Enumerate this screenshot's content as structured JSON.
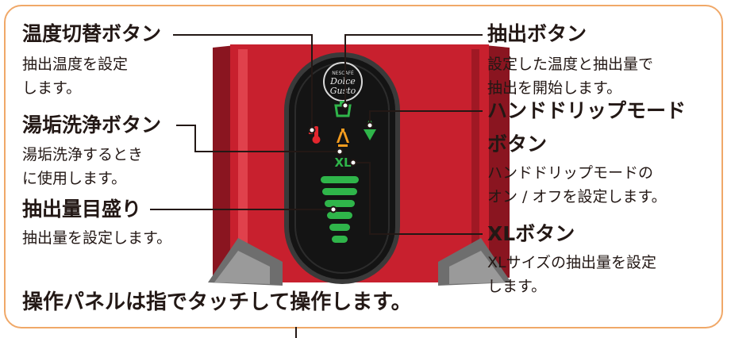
{
  "callouts": {
    "temp_button": {
      "title": "温度切替ボタン",
      "desc": [
        "抽出温度を設定",
        "します。"
      ]
    },
    "descale_button": {
      "title": "湯垢洗浄ボタン",
      "desc": [
        "湯垢洗浄するとき",
        "に使用します。"
      ]
    },
    "volume_scale": {
      "title": "抽出量目盛り",
      "desc": [
        "抽出量を設定します。"
      ]
    },
    "brew_button": {
      "title": "抽出ボタン",
      "desc": [
        "設定した温度と抽出量で",
        "抽出を開始します。"
      ]
    },
    "hand_drip_button": {
      "title": [
        "ハンドドリップモード",
        "ボタン"
      ],
      "desc": [
        "ハンドドリップモードの",
        "オン / オフを設定します。"
      ]
    },
    "xl_button": {
      "title": "XLボタン",
      "desc": [
        "XLサイズの抽出量を設定",
        "します。"
      ]
    }
  },
  "panel": {
    "logo_lines": [
      "NESCAFÉ",
      "Dolce",
      "Gusto"
    ],
    "xl_label": "XL",
    "volume_bars": 6
  },
  "footer": "操作パネルは指でタッチして操作します。",
  "colors": {
    "frame": "#f0a868",
    "machine_red": "#c8202e",
    "panel_black": "#141414",
    "led_green": "#2fb54a",
    "led_red": "#e3262e",
    "led_orange": "#f39c1f"
  }
}
